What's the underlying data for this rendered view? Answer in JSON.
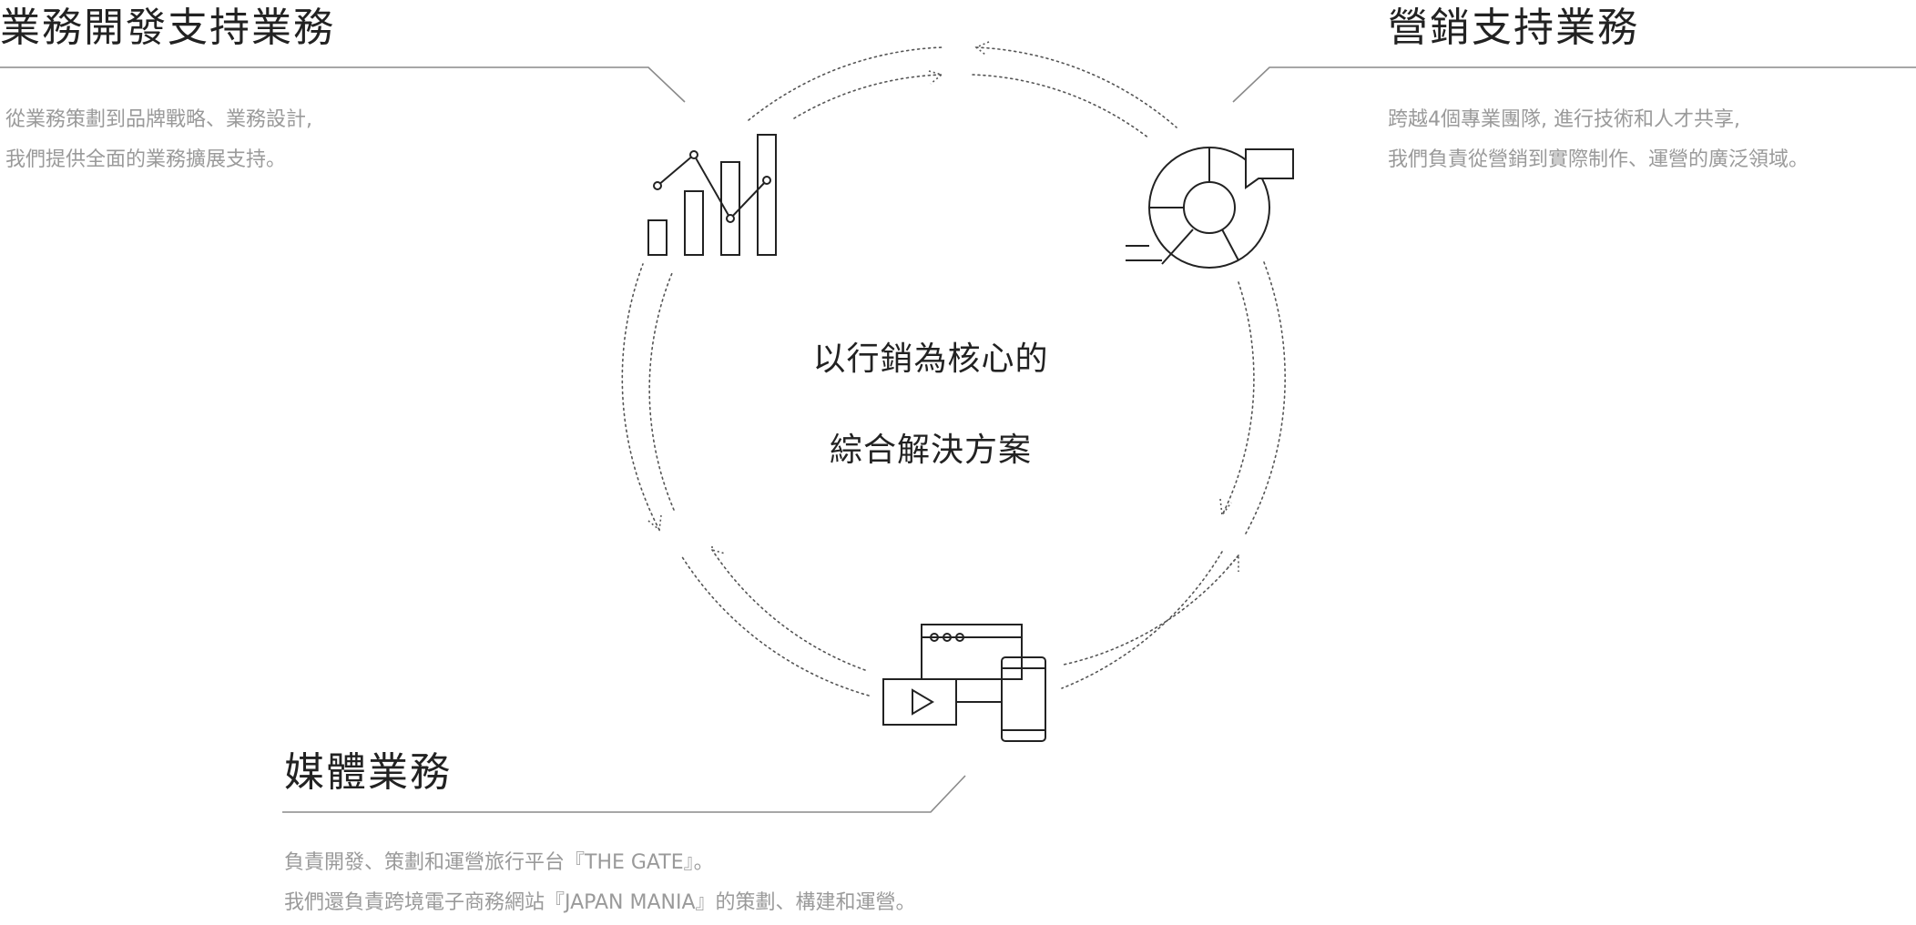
{
  "top_left": {
    "title": "業務開發支持業務",
    "desc_line1": "從業務策劃到品牌戰略、業務設計,",
    "desc_line2": "我們提供全面的業務擴展支持。"
  },
  "top_right": {
    "title": "營銷支持業務",
    "desc_line1": "跨越4個專業團隊, 進行技術和人才共享,",
    "desc_line2": "我們負責從營銷到實際制作、運營的廣泛領域。"
  },
  "bottom": {
    "title": "媒體業務",
    "desc_line1": "負責開發、策劃和運營旅行平台『THE GATE』。",
    "desc_line2": "我們還負責跨境電子商務網站『JAPAN MANIA』的策劃、構建和運營。"
  },
  "center": {
    "line1": "以行銷為核心的",
    "line2": "綜合解決方案"
  },
  "icons": {
    "chart": "bar-line-chart-icon",
    "pie": "pie-chart-speech-icon",
    "media": "video-mobile-devices-icon"
  }
}
